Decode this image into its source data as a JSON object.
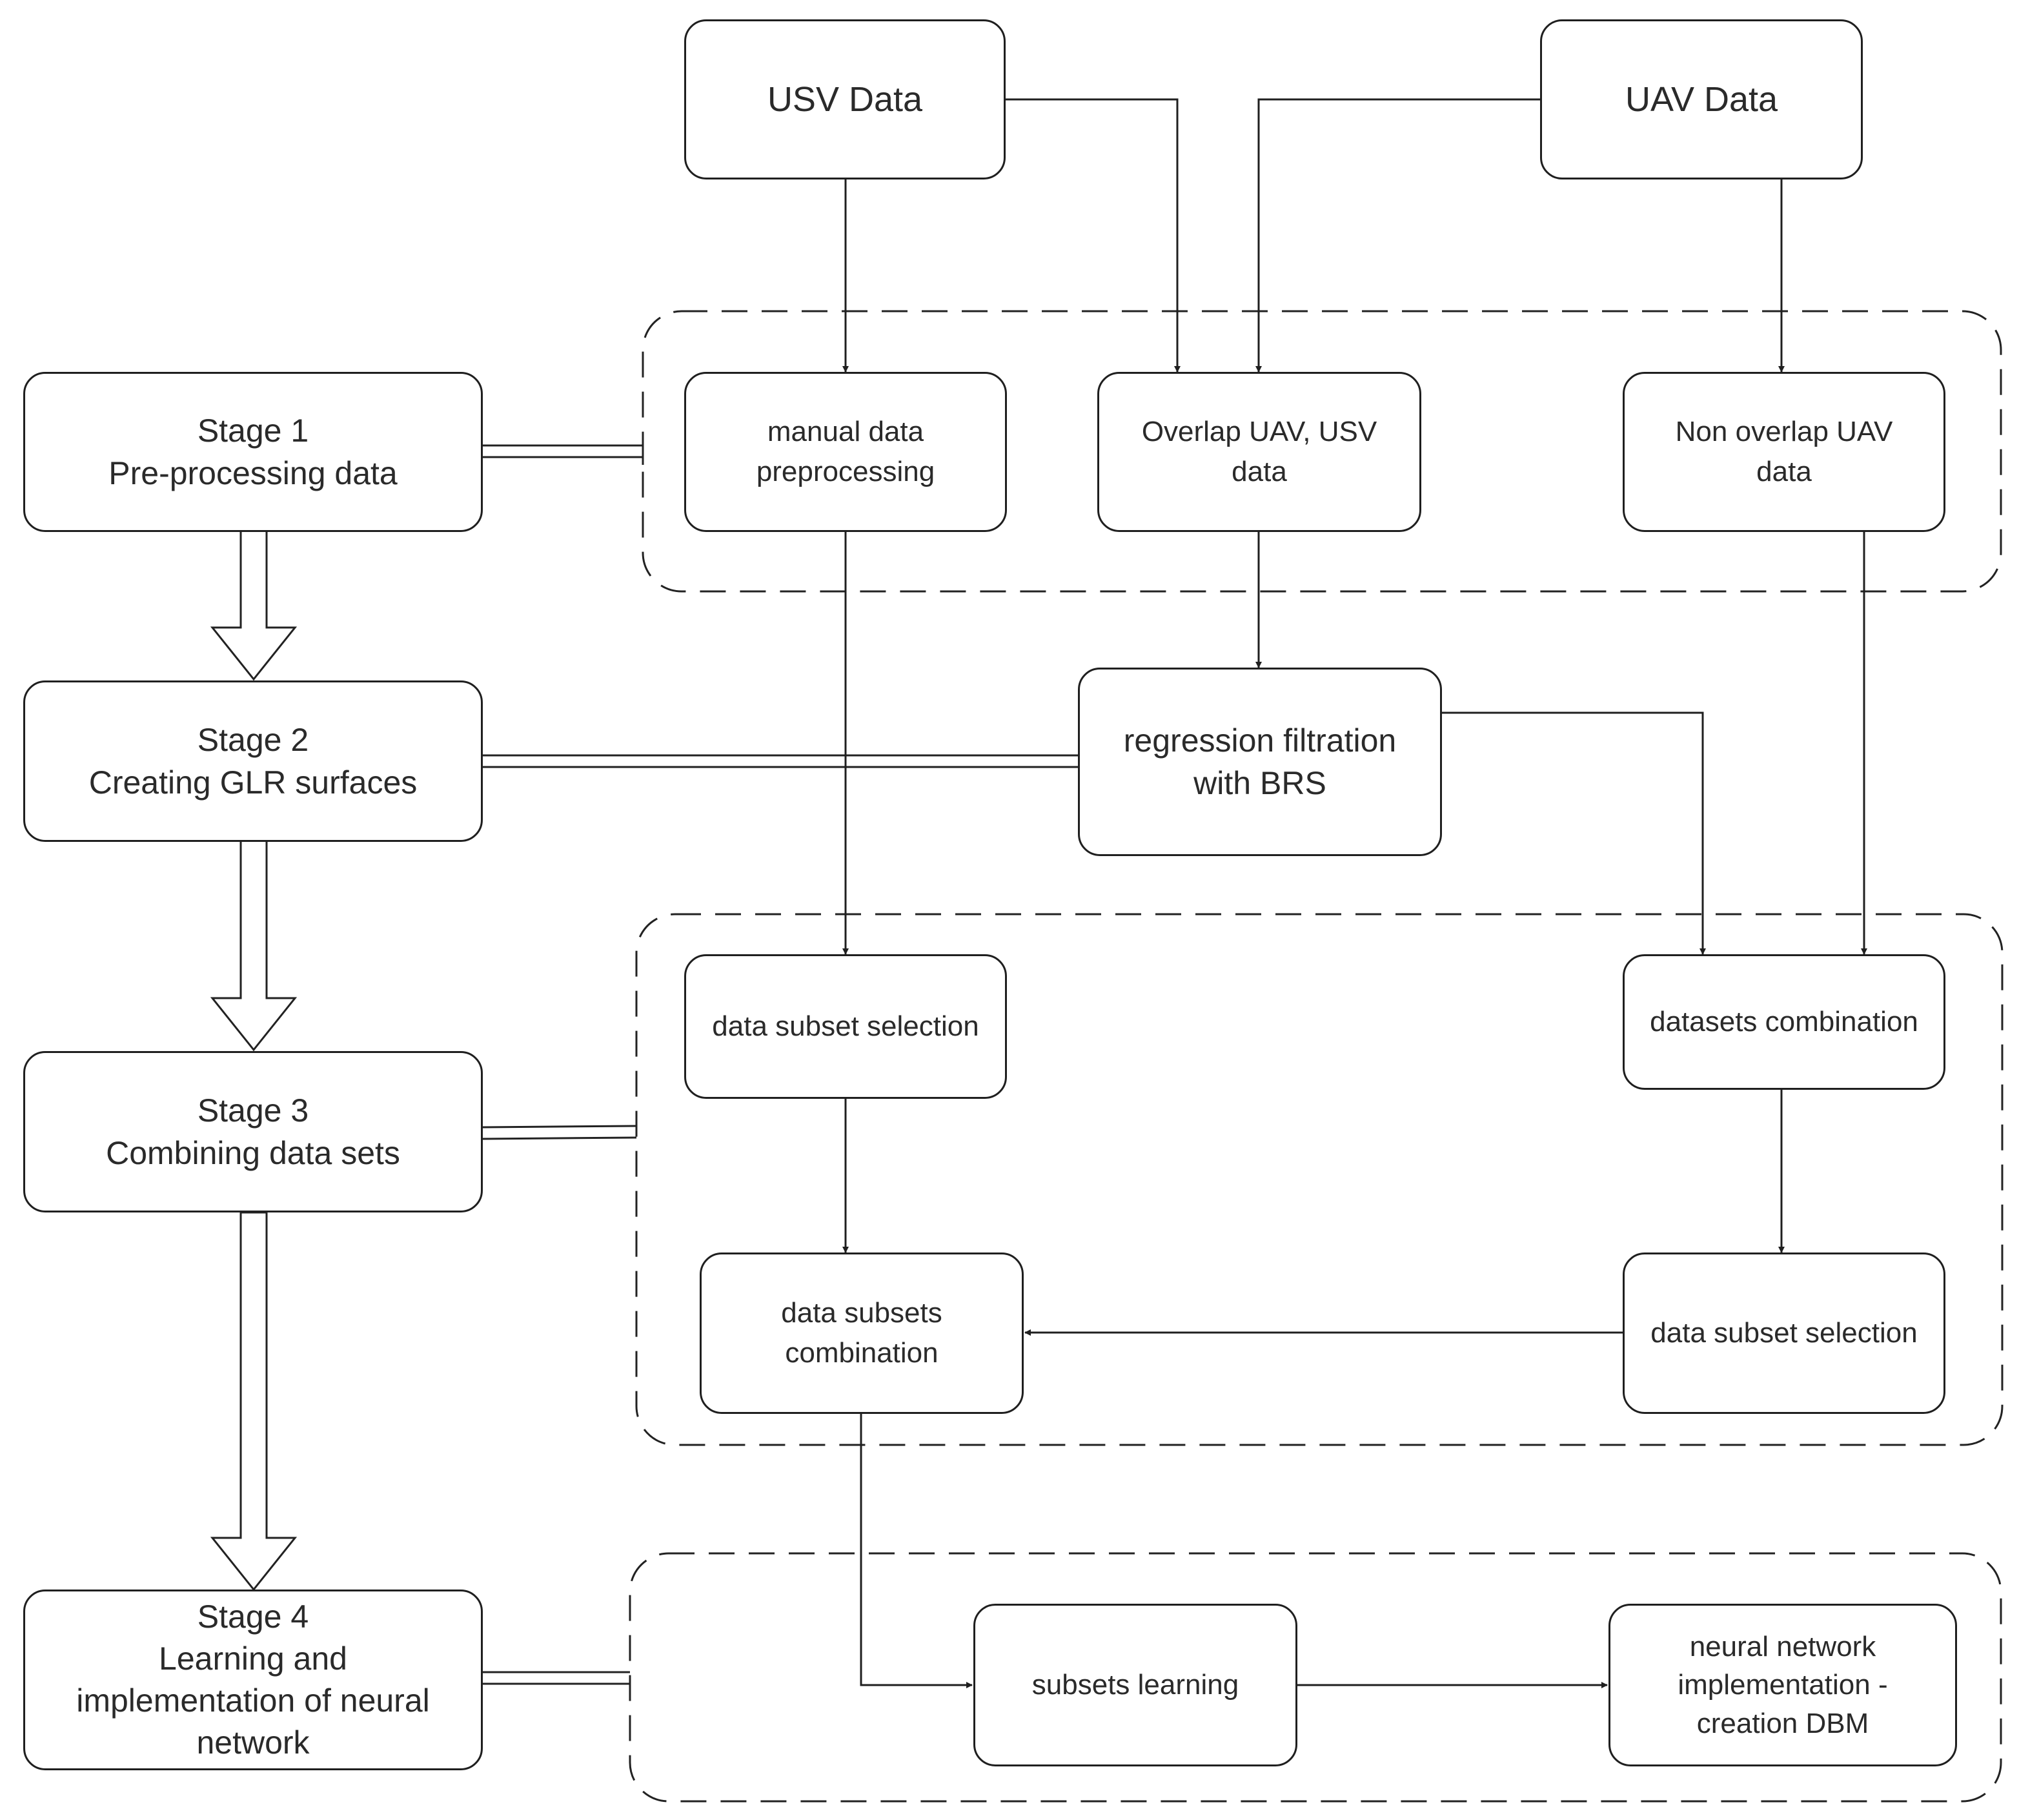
{
  "diagram": {
    "stages": [
      {
        "id": "stage-1",
        "title": "Stage 1",
        "subtitle": "Pre-processing data"
      },
      {
        "id": "stage-2",
        "title": "Stage 2",
        "subtitle": "Creating GLR surfaces"
      },
      {
        "id": "stage-3",
        "title": "Stage 3",
        "subtitle": "Combining data sets"
      },
      {
        "id": "stage-4",
        "title": "Stage 4",
        "subtitle": "Learning and\nimplementation of neural\nnetwork"
      }
    ],
    "nodes": {
      "usv_data": "USV Data",
      "uav_data": "UAV Data",
      "manual_preprocessing": "manual data\npreprocessing",
      "overlap": "Overlap UAV, USV\ndata",
      "non_overlap": "Non overlap UAV\ndata",
      "regression": "regression filtration\nwith BRS",
      "subset_selection_left": "data subset selection",
      "datasets_combination": "datasets combination",
      "subsets_combination": "data subsets\ncombination",
      "subset_selection_right": "data subset selection",
      "subsets_learning": "subsets learning",
      "nn_implementation": "neural network\nimplementation -\ncreation DBM"
    },
    "edges": [
      {
        "from": "USV Data",
        "to": "manual data preprocessing"
      },
      {
        "from": "USV Data",
        "to": "Overlap UAV, USV data"
      },
      {
        "from": "UAV Data",
        "to": "Overlap UAV, USV data"
      },
      {
        "from": "UAV Data",
        "to": "Non overlap UAV data"
      },
      {
        "from": "Overlap UAV, USV data",
        "to": "regression filtration with BRS"
      },
      {
        "from": "manual data preprocessing",
        "to": "data subset selection"
      },
      {
        "from": "regression filtration with BRS",
        "to": "datasets combination"
      },
      {
        "from": "Non overlap UAV data",
        "to": "datasets combination"
      },
      {
        "from": "data subset selection",
        "to": "data subsets combination"
      },
      {
        "from": "datasets combination",
        "to": "data subset selection (right)"
      },
      {
        "from": "data subset selection (right)",
        "to": "data subsets combination"
      },
      {
        "from": "data subsets combination",
        "to": "subsets learning"
      },
      {
        "from": "subsets learning",
        "to": "neural network implementation - creation DBM"
      }
    ]
  }
}
